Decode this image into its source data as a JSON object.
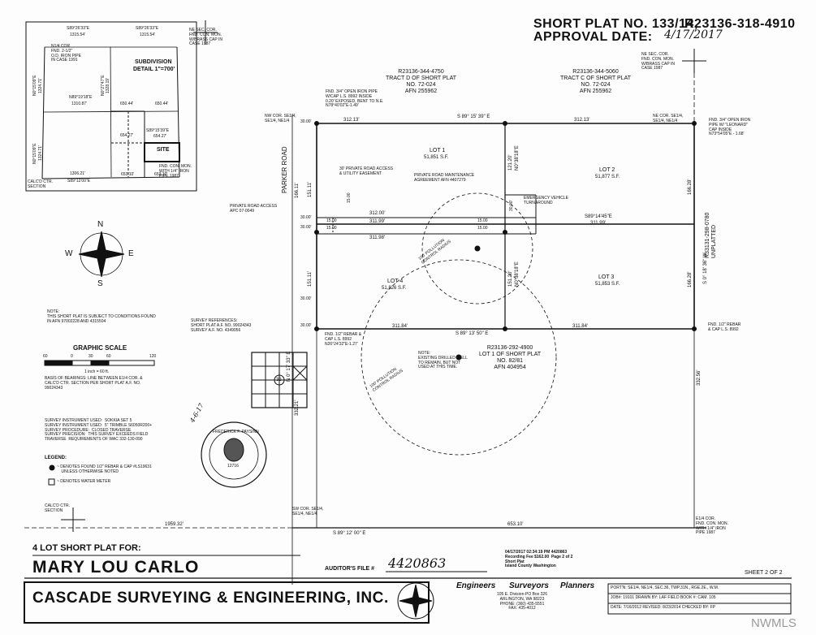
{
  "header": {
    "plat_title": "SHORT PLAT NO. 133/14,",
    "parcel": "R23136-318-4910",
    "approval_label": "APPROVAL DATE:",
    "approval_date": "4/17/2017"
  },
  "inset": {
    "title": "SUBDIVISION",
    "detail": "DETAIL 1\"=700'",
    "site": "SITE",
    "ne_sec": "NE SEC. COR.\nFND. CON. MON.\nW/BRASS CAP IN\nCASE 1987",
    "n14": "N1/4 COR\nFND. 2-1/2\"\nO.D. IRON PIPE\nIN CASE 1991",
    "calc": "CALC'D CTR.\nSECTION",
    "fnd_con": "FND. CON. MON.\nWITH 1/4\" IRON\nPIPE 1987",
    "b1": "S89°26'33\"E",
    "d1": "1315.54'",
    "b2": "S89°26'33\"E",
    "d2": "1315.54'",
    "b3": "N89°19'18\"E",
    "d3": "1310.87'",
    "m1": "650.44'",
    "m2": "650.44'",
    "m3": "654.27'",
    "m4": "S89°15'39\"E",
    "m5": "654.27'",
    "m6": "653.10'",
    "m7": "653.10'",
    "b4": "1306.21'",
    "b5": "S89°12'00\"E",
    "v1": "N0°15'09\"E",
    "v2": "1324.71'",
    "v3": "N0°27'47\"E",
    "v4": "1328.19'",
    "v5": "N0°15'09\"E",
    "v6": "1324.71'"
  },
  "tracts": {
    "tract_d": "R23136-344-4750\nTRACT D OF SHORT PLAT\nNO. 72-024\nAFN 255962",
    "tract_c": "R23136-344-5060\nTRACT C OF SHORT PLAT\nNO. 72-024\nAFN 255962",
    "lot1_short": "R23136-292-4900\nLOT 1 OF SHORT PLAT\nNO. 82/81\nAFN 404954",
    "east": "R33131-298-0780\nUNPLATTED"
  },
  "lots": [
    {
      "name": "LOT 1",
      "area": "51,851 S.F."
    },
    {
      "name": "LOT 2",
      "area": "51,877 S.F."
    },
    {
      "name": "LOT 3",
      "area": "51,853 S.F."
    },
    {
      "name": "LOT 4",
      "area": "51,826 S.F."
    }
  ],
  "notes": {
    "road": "PARKER ROAD",
    "access": "30' PRIVATE ROAD ACCESS\n& UTILITY EASEMENT",
    "maint": "PRIVATE ROAD MAINTENANCE\nAGREEMENT AFN 4407279",
    "emerg": "EMERGENCY VEHICLE\nTURNAROUND",
    "pra": "PRIVATE ROAD ACCESS\nAPC 07-0049",
    "nw_cor": "NW COR. SE1/4,\nSE1/4, NE1/4",
    "ne_cor": "NE COR. SE1/4,\nSE1/4, NE1/4",
    "fnd_open_w": "FND. 3/4\" OPEN IRON PIPE\nW/CAP L.S. 8992 INSIDE\n0.20' EXPOSED, BENT TO N.E.\nN78°40'02\"E-1.49'",
    "fnd_open_e": "FND. 3/4\" OPEN IRON\nPIPE W/ \"LEONARD\"\nCAP INSIDE\nN73°54'05\"E - 1.68'",
    "ne_sec_r": "NE SEC. COR.\nFND. CON. MON.\nW/BRASS CAP IN\nCASE 1987",
    "rebar_w": "FND. 1/2\" REBAR &\nCAP L.S. 8992\nN26°24'32\"E-1.27'",
    "rebar_e": "FND. 1/2\" REBAR\n& CAP L.S. 8992",
    "well": "NOTE:\nEXISTING DRILLED WELL\nTO REMAIN, BUT NOT\nUSED AT THIS TIME.",
    "poll1": "100' POLLUTION\nCONTROL RADIUS",
    "poll2": "100' POLLUTION\nCONTROL RADIUS",
    "sw_cor": "SW COR. SE1/4,\nSE1/4, NE1/4",
    "e14": "E1/4 COR.\nFND. CON. MON.\nWITH 1/4\" IRON\nPIPE 1987",
    "calc2": "CALC'D CTR.\nSECTION"
  },
  "dims": {
    "top1": "312.13'",
    "top_b": "S 89° 15' 39\" E",
    "top2": "312.13'",
    "mid1": "312.00'",
    "mid2": "311.99'",
    "mid3": "311.98'",
    "mid_b": "S89°14'45\"E",
    "mid4": "311.99'",
    "bot1": "311.84'",
    "bot_b": "S 89° 13' 50\" E",
    "bot2": "311.84'",
    "base1": "1959.32'",
    "base2": "653.10'",
    "base_b": "S 89° 12' 00\" E",
    "w1": "151.11'",
    "w2": "151.11'",
    "wpar1": "166.11'",
    "wpar2": "332.21'",
    "wpar_b": "N 0° 17' 33\" E",
    "c1": "121.20'",
    "c1b": "N0°38'18\"E",
    "c2": "151.20'",
    "c2b": "N0°38'18\"E",
    "e1": "166.28'",
    "e2": "166.28'",
    "e3": "332.56'",
    "e_b": "S 0° 18' 36\" W",
    "d15a": "15.00",
    "d15b": "15.00",
    "d15c": "15.00",
    "d15d": "15.00",
    "d15e": "15.00",
    "d30a": "30.00'",
    "d30b": "30.00'",
    "d30c": "30.00'",
    "d30d": "30.00'",
    "d30e": "30.00'",
    "d30f": "30.00'"
  },
  "compass": {
    "n": "N",
    "s": "S",
    "e": "E",
    "w": "W"
  },
  "left_notes": {
    "note": "NOTE:\nTHIS SHORT PLAT IS SUBJECT TO CONDITIONS FOUND\nIN AFN 97002228 AND 4315504",
    "scale_title": "GRAPHIC SCALE",
    "s60": "60",
    "s0": "0",
    "s30": "30",
    "s60b": "60",
    "s120": "120",
    "scale_txt": "1 inch = 60 ft.",
    "basis": "BASIS OF BEARINGS: LINE BETWEEN E1/4 COR. &\nCALC'D CTR. SECTION PER SHORT PLAT A.F. NO.\n99024343",
    "refs": "SURVEY REFERENCES:\nSHORT PLAT A.F. NO. 99024343\nSURVEY A.F. NO. 4349056",
    "instr": "SURVEY INSTRUMENT USED:  SOKKIA SET 5\nSURVEY INSTRUMENT USED:  5\" TRIMBLE S6050R200+\nSURVEY PROCEDURE:  CLOSED TRAVERSE\nSURVEY PRECISION:  THIS SURVEY EXCEEDS FIELD\nTRAVERSE  REQUIREMENTS OF WAC 332-130-090",
    "legend": "LEGEND:",
    "leg1": "~ DENOTES FOUND 1/2\" REBAR & CAP #LS19631\n    UNLESS OTHERWISE NOTED",
    "leg2": "~ DENOTES WATER METER",
    "sec": "36",
    "seal_date": "4-6-17",
    "seal_name": "FREDERICK F. PAYSINN",
    "seal_no": "12716"
  },
  "footer": {
    "for": "4 LOT SHORT PLAT FOR:",
    "owner": "MARY LOU CARLO",
    "auditor_label": "AUDITOR'S FILE #",
    "auditor_no": "4420863",
    "rec_stamp": "04/17/2017 02:34:19 PM 4420863\nRecording Fee $162.00  Page 2 of 2\nShort Plat\nIsland County Washington",
    "sheet": "SHEET 2 OF 2",
    "company": "CASCADE SURVEYING & ENGINEERING, INC.",
    "eng": "Engineers",
    "surv": "Surveyors",
    "plan": "Planners",
    "addr": "105 E. Division-PO Box 326\nARLINGTON, WA 98223\nPHONE: (360) 435-5551\nFAX: 435-4012",
    "portn": "PORT'N: SE1/4, NE1/4, SEC.36, TWP.31N., RGE.2E., W.M.",
    "job": "JOB#: 19101    DRAWN BY: LAF    FIELD BOOK #: CAM. 105",
    "date": "DATE: 7/16/2012   REVISED: 8/23/2014  CHECKED BY: FP",
    "nwmls": "NWMLS"
  }
}
